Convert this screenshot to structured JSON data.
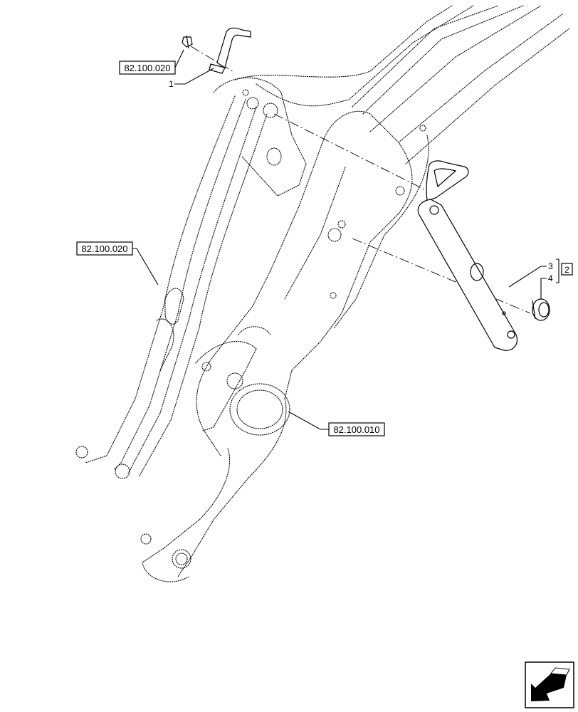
{
  "references": {
    "ref_top": "82.100.020",
    "ref_left": "82.100.020",
    "ref_bottom": "82.100.010"
  },
  "callouts": {
    "item_1": "1",
    "item_3": "3",
    "item_4": "4",
    "group_2": "2"
  },
  "nav": {
    "icon": "previous-page-arrow-icon"
  },
  "colors": {
    "line": "#000000",
    "background": "#ffffff"
  }
}
